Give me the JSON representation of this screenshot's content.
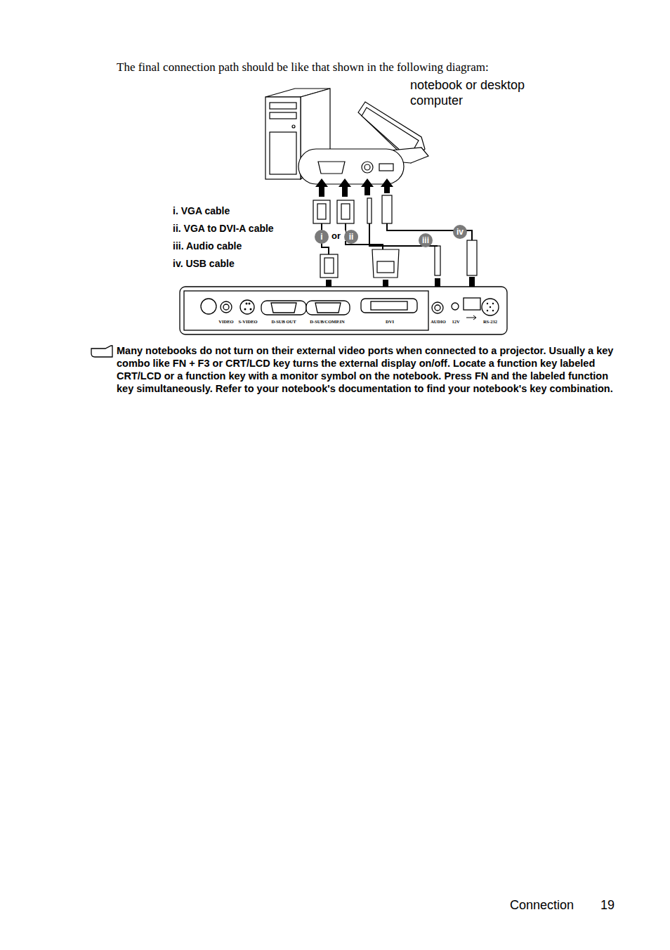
{
  "diagram": {
    "nodes": [
      {
        "text": [
          "i"
        ]
      },
      {
        "text": [
          "ii"
        ]
      },
      {
        "text": [
          "iii"
        ]
      },
      {
        "text": [
          "iv"
        ]
      },
      {
        "text": [
          "VIDEO",
          "S-VIDEO",
          "D-SUB OUT",
          "D-SUB/COMP.IN",
          "DVI",
          "AUDIO",
          "12V",
          "RS-232"
        ]
      }
    ],
    "labels": [
      "The final connection path should be like that shown in the following diagram:",
      "notebook or desktop computer",
      "i.  VGA cable",
      "ii.  VGA to DVI-A cable",
      "iii. Audio cable",
      "iv. USB cable",
      "or",
      "Many notebooks do not turn on their external video ports when connected to a projector. Usually a key combo like FN + F3 or CRT/LCD key turns the external display on/off. Locate a function key labeled CRT/LCD or a function key with a monitor symbol on the notebook. Press FN and the labeled function key simultaneously. Refer to your notebook's documentation to find your notebook's key combination.",
      "Connection",
      "19"
    ]
  }
}
